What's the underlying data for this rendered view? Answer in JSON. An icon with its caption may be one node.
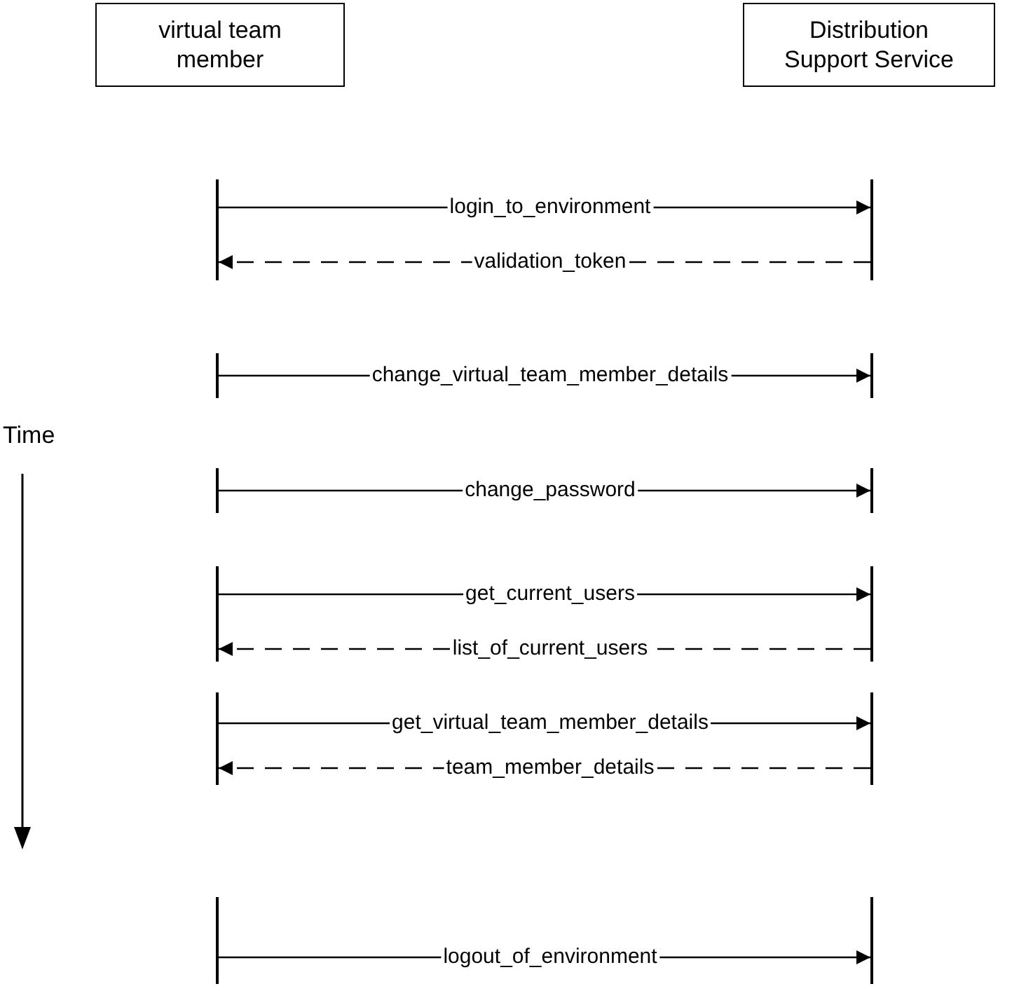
{
  "diagram": {
    "nodes": [
      {
        "text": [
          "virtual team member"
        ]
      },
      {
        "text": [
          "Distribution Support Service"
        ]
      },
      {
        "text": [],
        "shape": "bar"
      },
      {
        "text": [],
        "shape": "bar"
      },
      {
        "text": [],
        "shape": "bar"
      },
      {
        "text": [],
        "shape": "bar"
      },
      {
        "text": [],
        "shape": "bar"
      },
      {
        "text": [],
        "shape": "bar"
      },
      {
        "text": [],
        "shape": "bar"
      },
      {
        "text": [],
        "shape": "bar"
      },
      {
        "text": [],
        "shape": "bar"
      },
      {
        "text": [],
        "shape": "bar"
      },
      {
        "text": [],
        "shape": "bar"
      },
      {
        "text": [],
        "shape": "bar"
      }
    ],
    "edges": [
      {
        "from": 2,
        "to": 3,
        "arrow": "to",
        "label": "login_to_environment"
      },
      {
        "from": 3,
        "to": 2,
        "arrow": "to",
        "label": "validation_token",
        "style": "dashed"
      },
      {
        "from": 4,
        "to": 5,
        "arrow": "to",
        "label": "change_virtual_team_member_details"
      },
      {
        "from": 6,
        "to": 7,
        "arrow": "to",
        "label": "change_password"
      },
      {
        "from": 8,
        "to": 9,
        "arrow": "to",
        "label": "get_current_users"
      },
      {
        "from": 9,
        "to": 8,
        "arrow": "to",
        "label": "list_of_current_users",
        "style": "dashed"
      },
      {
        "from": 10,
        "to": 11,
        "arrow": "to",
        "label": "get_virtual_team_member_details"
      },
      {
        "from": 11,
        "to": 10,
        "arrow": "to",
        "label": "team_member_details",
        "style": "dashed"
      },
      {
        "from": 12,
        "to": 13,
        "arrow": "to",
        "label": "logout_of_environment"
      }
    ],
    "labels": [
      "Time"
    ]
  }
}
